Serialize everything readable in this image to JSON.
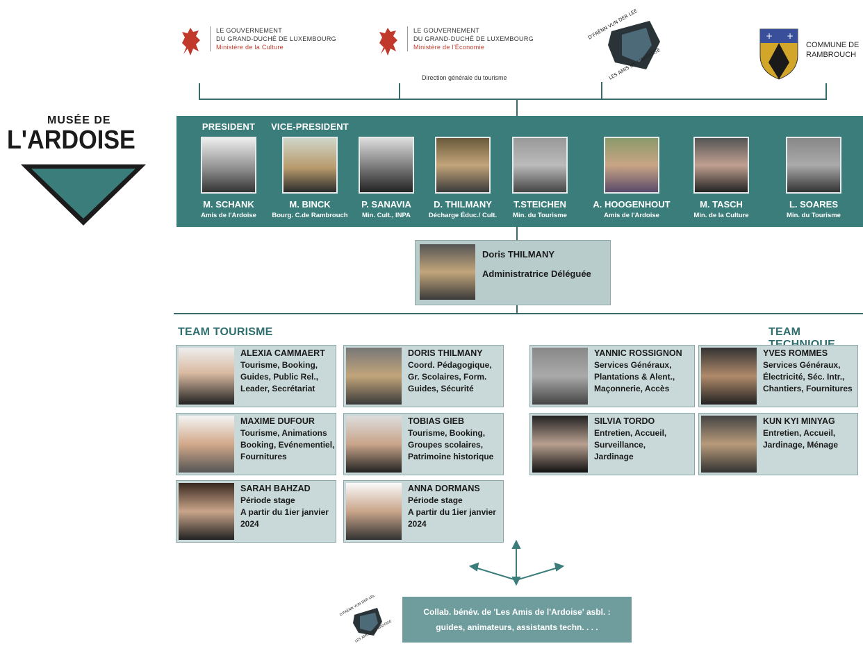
{
  "museum_logo": {
    "line1": "MUSÉE DE",
    "line2": "L'ARDOISE"
  },
  "sponsors": [
    {
      "gov1": "LE GOUVERNEMENT",
      "gov2": "DU GRAND-DUCHÉ DE LUXEMBOURG",
      "ministry": "Ministère de la Culture"
    },
    {
      "gov1": "LE GOUVERNEMENT",
      "gov2": "DU GRAND-DUCHÉ DE LUXEMBOURG",
      "ministry": "Ministère de l'Économie",
      "extra": "Direction générale du tourisme"
    }
  ],
  "amis_logo": {
    "top": "D'FRËNN VUN DER LEE",
    "bottom": "LES AMIS DE L'ARDOISE"
  },
  "commune": {
    "line1": "COMMUNE DE",
    "line2": "RAMBROUCH"
  },
  "board": [
    {
      "role": "PRESIDENT",
      "name": "M. SCHANK",
      "affiliation": "Amis de l'Ardoise"
    },
    {
      "role": "VICE-PRESIDENT",
      "name": "M. BINCK",
      "affiliation": "Bourg. C.de Rambrouch"
    },
    {
      "role": "",
      "name": "P. SANAVIA",
      "affiliation": "Min. Cult., INPA"
    },
    {
      "role": "",
      "name": "D. THILMANY",
      "affiliation": "Décharge Éduc./ Cult."
    },
    {
      "role": "",
      "name": "T.STEICHEN",
      "affiliation": "Min. du Tourisme"
    },
    {
      "role": "",
      "name": "A. HOOGENHOUT",
      "affiliation": "Amis de l'Ardoise"
    },
    {
      "role": "",
      "name": "M. TASCH",
      "affiliation": "Min. de la Culture"
    },
    {
      "role": "",
      "name": "L. SOARES",
      "affiliation": "Min. du Tourisme"
    }
  ],
  "admin": {
    "name": "Doris THILMANY",
    "title": "Administratrice Déléguée"
  },
  "team_tourisme": {
    "title": "TEAM TOURISME",
    "members": [
      {
        "name": "ALEXIA CAMMAERT",
        "desc": "Tourisme, Booking,\nGuides, Public Rel.,\nLeader, Secrétariat"
      },
      {
        "name": "DORIS THILMANY",
        "desc": "Coord. Pédagogique,\nGr. Scolaires, Form.\nGuides, Sécurité"
      },
      {
        "name": "MAXIME DUFOUR",
        "desc": "Tourisme, Animations\nBooking, Evénementiel,\nFournitures"
      },
      {
        "name": "TOBIAS GIEB",
        "desc": "Tourisme, Booking,\nGroupes scolaires,\nPatrimoine historique"
      },
      {
        "name": "SARAH BAHZAD",
        "desc": "Période stage\nA partir du 1ier janvier\n2024"
      },
      {
        "name": "ANNA DORMANS",
        "desc": "Période stage\nA partir du 1ier janvier\n2024"
      }
    ]
  },
  "team_technique": {
    "title": "TEAM TECHNIQUE",
    "members": [
      {
        "name": "YANNIC ROSSIGNON",
        "desc": "Services Généraux,\nPlantations & Alent.,\nMaçonnerie, Accès"
      },
      {
        "name": "YVES ROMMES",
        "desc": "Services Généraux,\nÉlectricité, Séc. Intr.,\nChantiers, Fournitures"
      },
      {
        "name": "SILVIA TORDO",
        "desc": "Entretien, Accueil,\nSurveillance,\nJardinage"
      },
      {
        "name": "KUN KYI MINYAG",
        "desc": "Entretien, Accueil,\nJardinage, Ménage"
      }
    ]
  },
  "collab": {
    "line1": "Collab. bénév. de 'Les Amis de l'Ardoise' asbl. :",
    "line2": "guides, animateurs, assistants techn. . . ."
  },
  "colors": {
    "teal": "#3a7d7a",
    "card": "#c9d8d8",
    "red": "#c0392b"
  },
  "icons": [
    "lion-crest-icon",
    "commune-shield-icon",
    "slate-rock-logo-icon",
    "person-photo-icon",
    "arrow-icon"
  ]
}
